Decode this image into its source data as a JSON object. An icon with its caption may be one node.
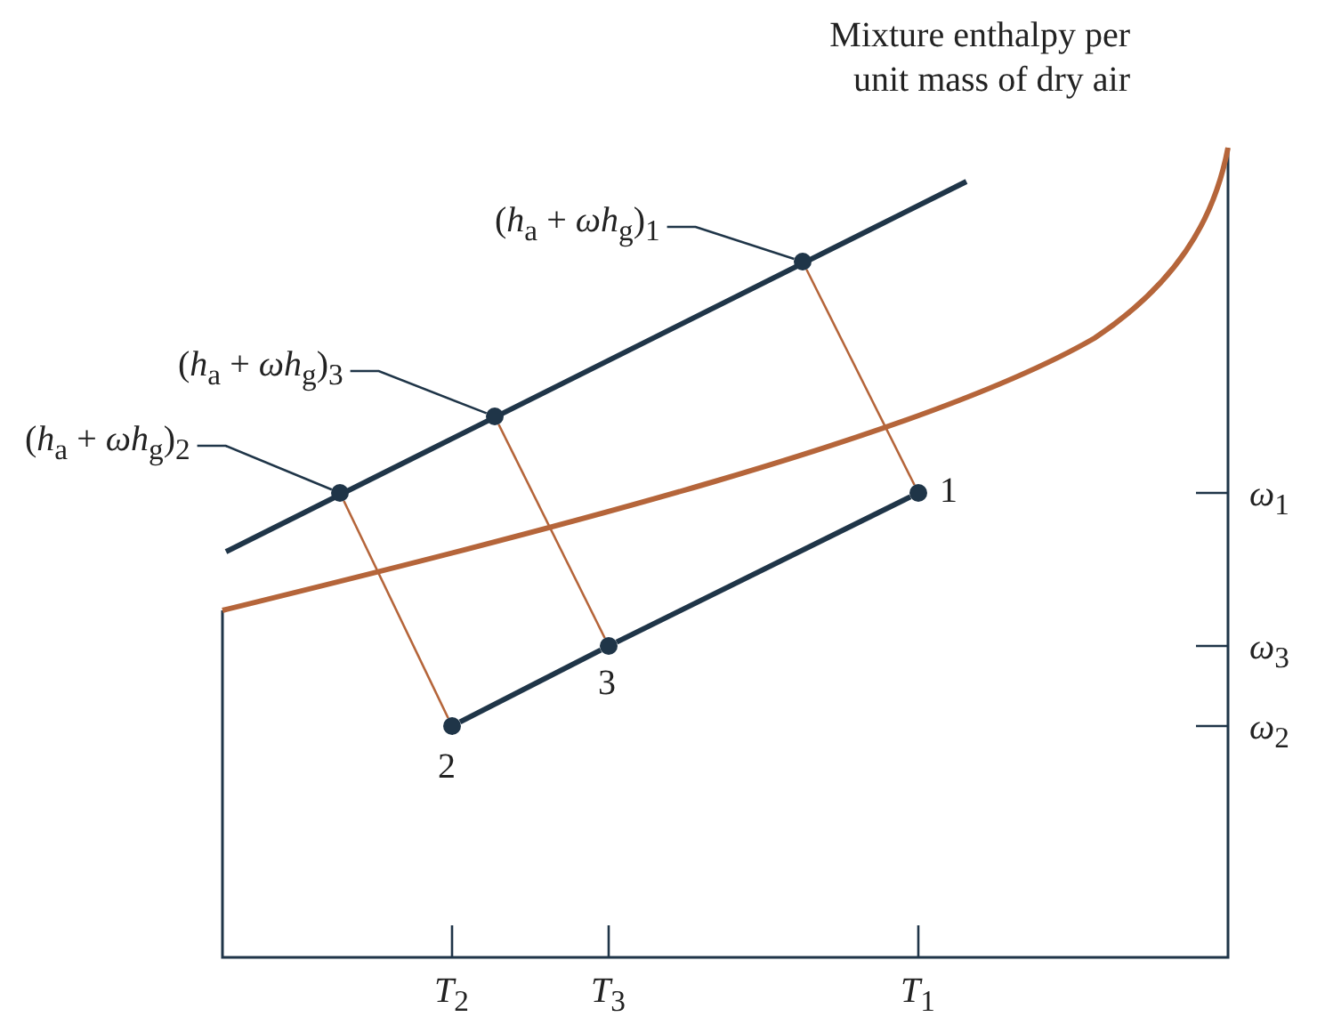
{
  "diagram": {
    "nodes": [
      {
        "text": [
          "(*h*$_{a}$ + *ωh*$_{g}$)$_{1}$"
        ]
      },
      {
        "text": [],
        "shape": "circle"
      },
      {
        "text": [
          "(*h*$_{a}$ + *ωh*$_{g}$)$_{3}$"
        ]
      },
      {
        "text": [],
        "shape": "circle"
      },
      {
        "text": [
          "(*h*$_{a}$ + *ωh*$_{g}$)$_{2}$"
        ]
      },
      {
        "text": [],
        "shape": "circle"
      },
      {
        "text": [
          "1"
        ]
      },
      {
        "text": [
          "2"
        ]
      },
      {
        "text": [
          "3"
        ]
      }
    ],
    "edges": [
      {
        "from": 0,
        "to": 1,
        "arrow": "none"
      },
      {
        "from": 2,
        "to": 3,
        "arrow": "none"
      },
      {
        "from": 4,
        "to": 5,
        "arrow": "none"
      },
      {
        "from": 1,
        "to": 6,
        "arrow": "none",
        "color": "#b5653a"
      },
      {
        "from": 3,
        "to": 8,
        "arrow": "none",
        "color": "#b5653a"
      },
      {
        "from": 5,
        "to": 7,
        "arrow": "none",
        "color": "#b5653a"
      },
      {
        "from": 7,
        "to": 8,
        "arrow": "none",
        "style": "thick"
      },
      {
        "from": 8,
        "to": 6,
        "arrow": "none",
        "style": "thick"
      }
    ],
    "labels": [
      "Mixture enthalpy per unit mass of dry air",
      "*ω*$_{1}$",
      "*ω*$_{3}$",
      "*ω*$_{2}$",
      "*T*$_{2}$",
      "*T*$_{3}$",
      "*T*$_{1}$"
    ]
  }
}
